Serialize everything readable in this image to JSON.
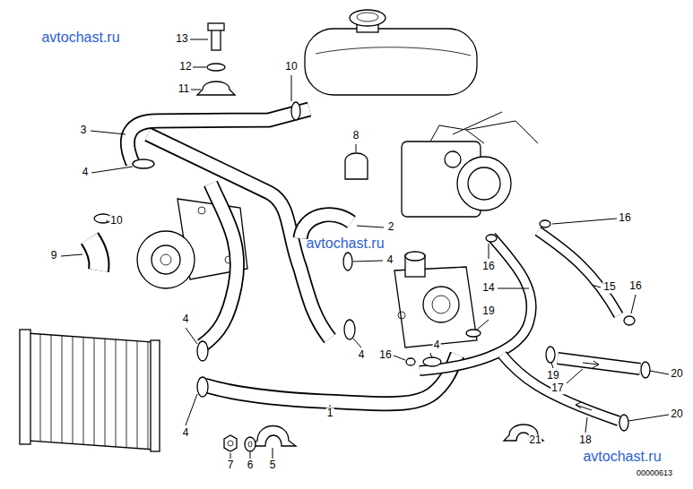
{
  "diagram": {
    "labels": [
      "avtochast.ru",
      "13",
      "12",
      "11",
      "10",
      "3",
      "8",
      "4",
      "10",
      "16",
      "2",
      "avtochast.ru",
      "9",
      "4",
      "16",
      "14",
      "15",
      "16",
      "19",
      "4",
      "4",
      "16",
      "4",
      "19",
      "20",
      "17",
      "1",
      "20",
      "4",
      "21",
      "18",
      "avtochast.ru",
      "7",
      "6",
      "5",
      "00000613"
    ]
  }
}
